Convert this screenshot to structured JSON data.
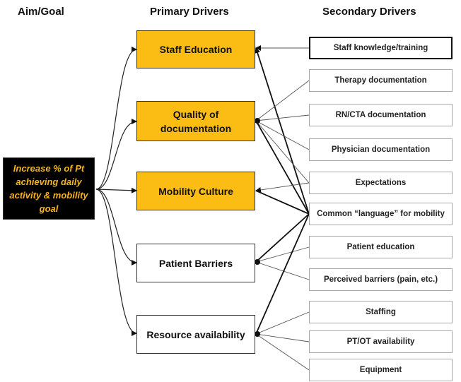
{
  "headers": {
    "aim": "Aim/Goal",
    "primary": "Primary Drivers",
    "secondary": "Secondary Drivers"
  },
  "aim": {
    "text": "Increase % of Pt achieving daily activity & mobility goal",
    "text_color": "#f5b41e",
    "background": "#000000"
  },
  "primary_drivers": [
    {
      "label": "Staff Education",
      "highlighted": true
    },
    {
      "label": "Quality of documentation",
      "highlighted": true
    },
    {
      "label": "Mobility Culture",
      "highlighted": true
    },
    {
      "label": "Patient Barriers",
      "highlighted": false
    },
    {
      "label": "Resource availability",
      "highlighted": false
    }
  ],
  "secondary_drivers": [
    "Staff knowledge/training",
    "Therapy documentation",
    "RN/CTA documentation",
    "Physician documentation",
    "Expectations",
    "Common “language” for mobility",
    "Patient education",
    "Perceived barriers (pain, etc.)",
    "Staffing",
    "PT/OT availability",
    "Equipment"
  ],
  "colors": {
    "highlight": "#fbbd14",
    "connector": "#111111"
  }
}
